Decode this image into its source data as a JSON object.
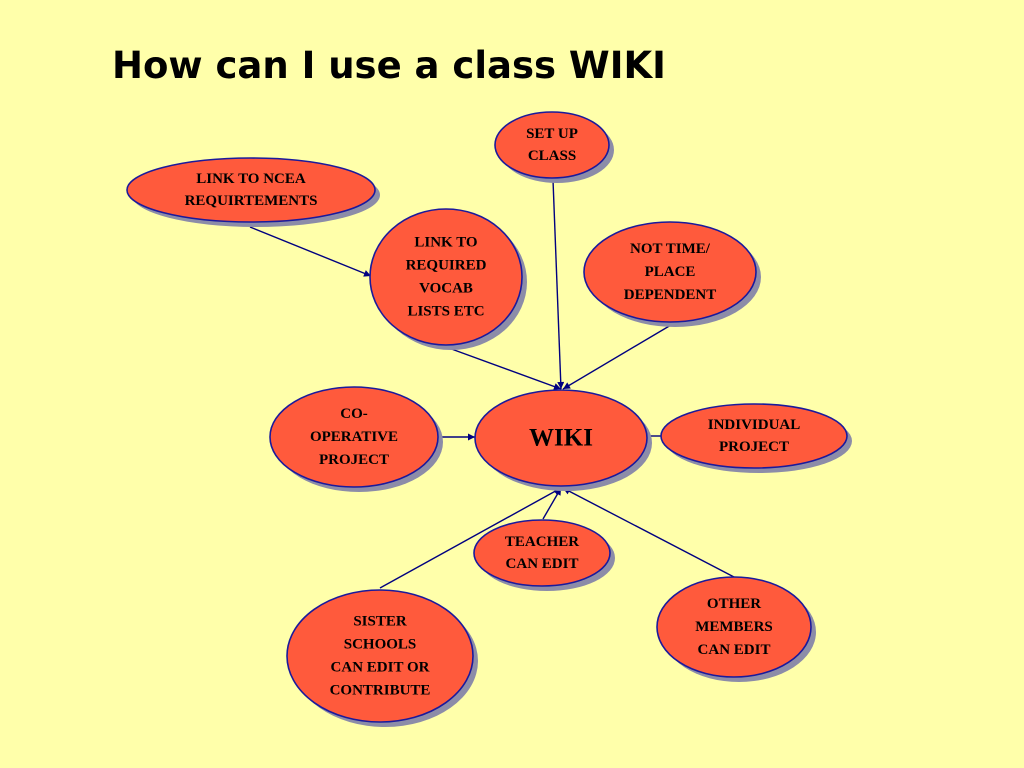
{
  "title": "How can I use a class WIKI",
  "colors": {
    "background": "#ffffaa",
    "node_fill": "#ff5a3c",
    "node_stroke": "#1a1a9c",
    "node_shadow": "#8c8ca8",
    "arrow": "#000080"
  },
  "nodes": {
    "wiki": [
      "WIKI"
    ],
    "ncea": [
      "LINK TO NCEA",
      "REQUIRTEMENTS"
    ],
    "setup": [
      "SET UP",
      "CLASS"
    ],
    "vocab": [
      "LINK TO",
      "REQUIRED",
      "VOCAB",
      "LISTS ETC"
    ],
    "time": [
      "NOT TIME/",
      "PLACE",
      "DEPENDENT"
    ],
    "coop": [
      "CO-",
      "OPERATIVE",
      "PROJECT"
    ],
    "individual": [
      "INDIVIDUAL",
      "PROJECT"
    ],
    "teacher": [
      "TEACHER",
      "CAN EDIT"
    ],
    "sister": [
      "SISTER",
      "SCHOOLS",
      "CAN EDIT OR",
      "CONTRIBUTE"
    ],
    "others": [
      "OTHER",
      "MEMBERS",
      "CAN EDIT"
    ]
  },
  "edges": [
    {
      "from": "ncea",
      "to": "vocab"
    },
    {
      "from": "vocab",
      "to": "wiki"
    },
    {
      "from": "setup",
      "to": "wiki"
    },
    {
      "from": "time",
      "to": "wiki"
    },
    {
      "from": "coop",
      "to": "wiki"
    },
    {
      "from": "individual",
      "to": "wiki"
    },
    {
      "from": "teacher",
      "to": "wiki"
    },
    {
      "from": "sister",
      "to": "wiki"
    },
    {
      "from": "others",
      "to": "wiki"
    }
  ]
}
